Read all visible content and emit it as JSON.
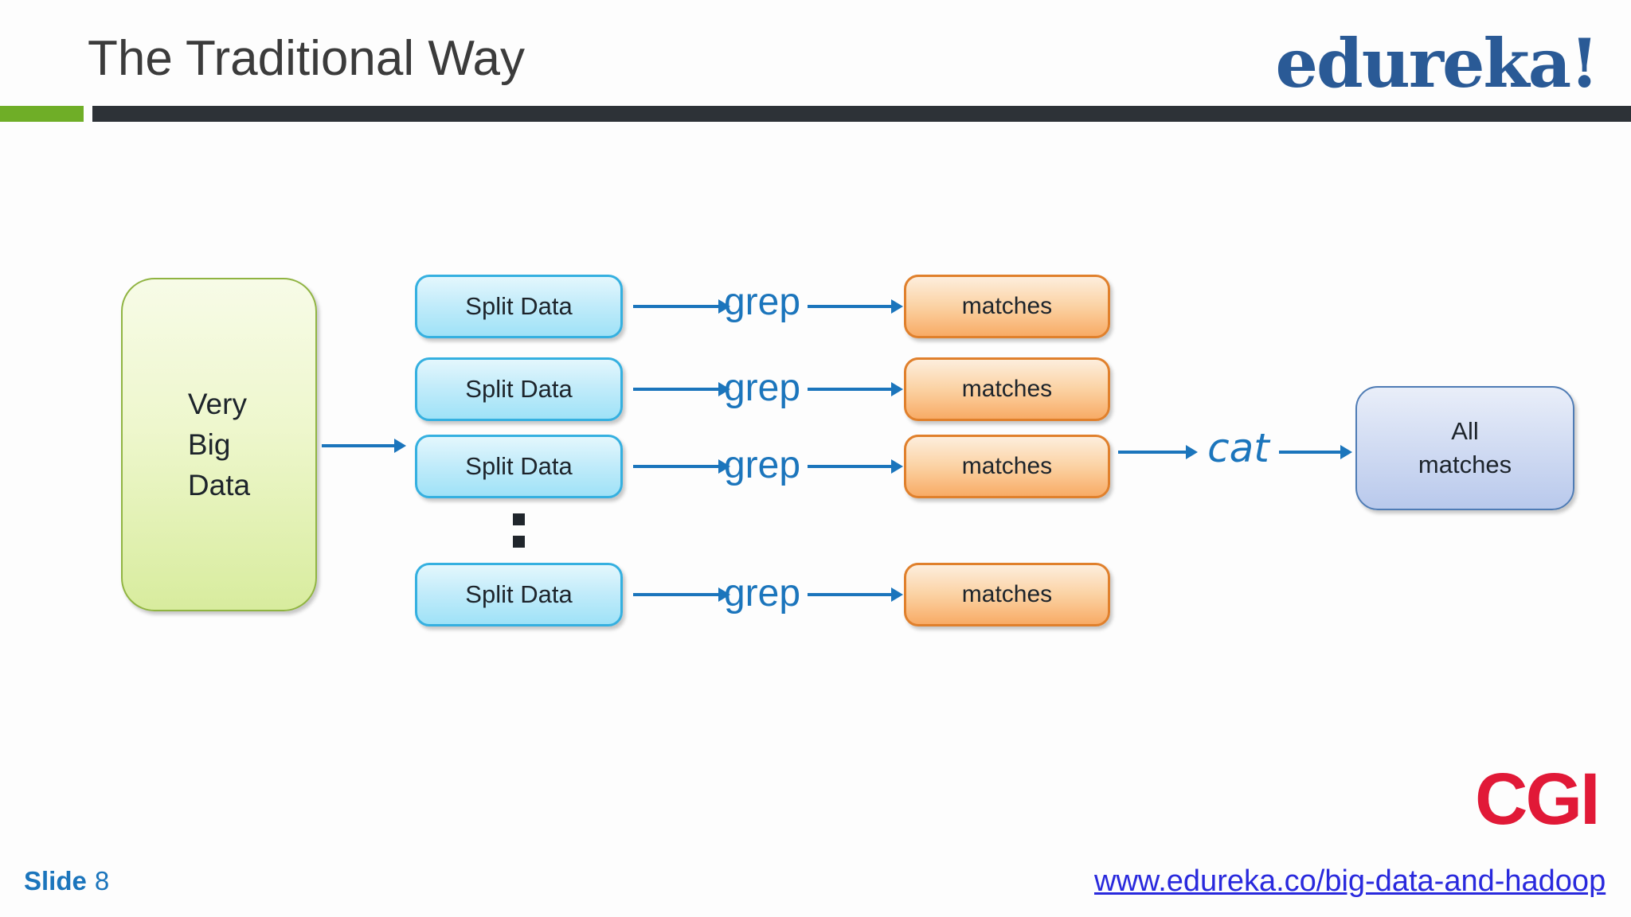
{
  "header": {
    "title": "The Traditional Way",
    "brand_logo": "edureka!"
  },
  "footer": {
    "slide_label": "Slide",
    "slide_number": "8",
    "link": "www.edureka.co/big-data-and-hadoop",
    "partner_logo": "CGI"
  },
  "diagram": {
    "source": {
      "lines": [
        "Very",
        "Big",
        "Data"
      ]
    },
    "rows": [
      {
        "split": "Split Data",
        "op": "grep",
        "result": "matches"
      },
      {
        "split": "Split Data",
        "op": "grep",
        "result": "matches"
      },
      {
        "split": "Split Data",
        "op": "grep",
        "result": "matches"
      },
      {
        "split": "Split Data",
        "op": "grep",
        "result": "matches"
      }
    ],
    "merge_op": "cat",
    "sink": {
      "lines": [
        "All",
        "matches"
      ]
    }
  },
  "colors": {
    "arrow_blue": "#1b75bc",
    "brand_blue": "#2a5a96",
    "accent_green": "#6fae27",
    "bar_dark": "#2d3237",
    "source_border": "#90b442",
    "split_border": "#35b0e0",
    "matches_border": "#e0802c",
    "sink_border": "#4f7cb5",
    "link_blue": "#2929dd",
    "cgi_red": "#e11937"
  }
}
